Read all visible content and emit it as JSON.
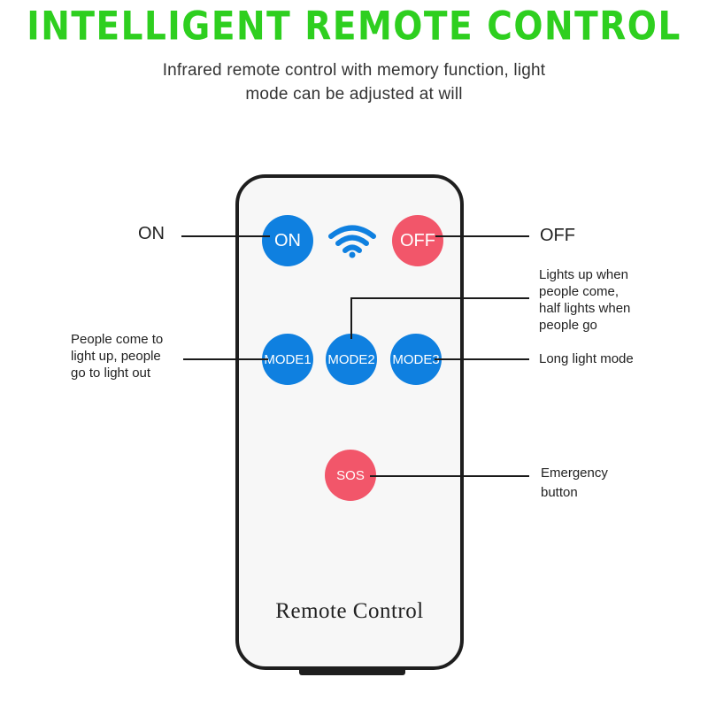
{
  "header": {
    "title": "INTELLIGENT REMOTE CONTROL",
    "subtitle_line1": "Infrared remote control with memory function, light",
    "subtitle_line2": "mode can be adjusted at will"
  },
  "remote": {
    "label": "Remote Control",
    "buttons": {
      "on": "ON",
      "off": "OFF",
      "mode1": "MODE1",
      "mode2": "MODE2",
      "mode3": "MODE3",
      "sos": "SOS"
    },
    "signal_icon": "wifi-signal-icon"
  },
  "annotations": {
    "on": "ON",
    "off": "OFF",
    "mode1": [
      "People come to",
      "light up, people",
      "go to light out"
    ],
    "mode2": [
      "Lights up when",
      "people come,",
      "half lights when",
      "people go"
    ],
    "mode3": "Long light mode",
    "sos": [
      "Emergency",
      "button"
    ]
  },
  "colors": {
    "title": "#2ecf1f",
    "blue_button": "#0f80e0",
    "red_button": "#f2566a",
    "remote_border": "#1e1e1e"
  }
}
